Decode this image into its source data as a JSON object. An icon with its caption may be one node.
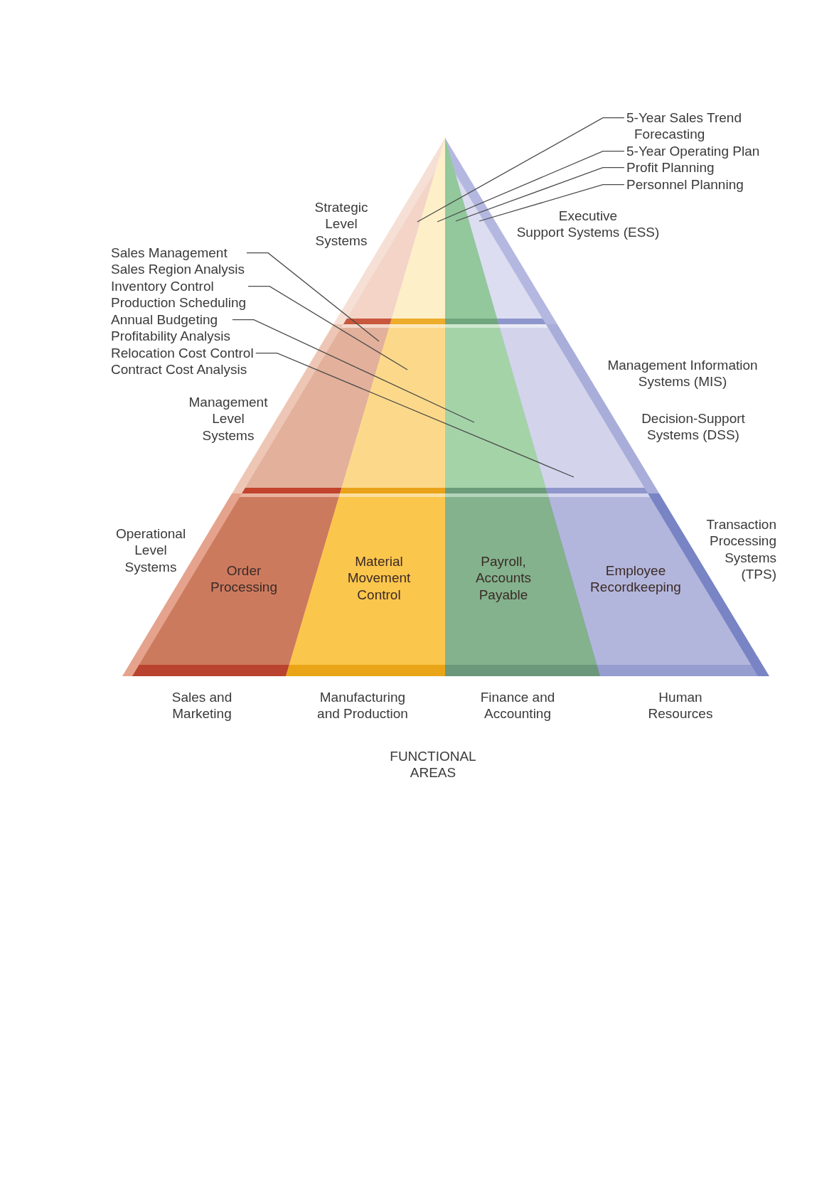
{
  "diagram": {
    "nodes": [
      {
        "text": [
          "5-Year Sales Trend Forecasting"
        ]
      },
      {
        "text": [
          "5-Year Operating Plan"
        ]
      },
      {
        "text": [
          "Profit Planning"
        ]
      },
      {
        "text": [
          "Personnel Planning"
        ]
      },
      {
        "text": [
          "Strategic Level Systems"
        ],
        "beside": [
          "Executive Support Systems (ESS)"
        ]
      },
      {
        "text": [],
        "shape": "triangle",
        "in": 4
      },
      {
        "text": [],
        "shape": "triangle",
        "in": 4
      },
      {
        "text": [],
        "shape": "triangle",
        "in": 4
      },
      {
        "text": [],
        "shape": "triangle",
        "in": 4
      },
      {
        "text": [
          "Sales Management",
          "Sales Region Analysis"
        ]
      },
      {
        "text": [
          "Inventory Control",
          "Production Scheduling"
        ]
      },
      {
        "text": [
          "Annual Budgeting",
          "Profitability Analysis"
        ]
      },
      {
        "text": [
          "Relocation Cost Control",
          "Contract Cost Analysis"
        ]
      },
      {
        "text": [
          "Management Level Systems"
        ],
        "beside": [
          "Management Information Systems (MIS)",
          "Decision-Support Systems (DSS)"
        ]
      },
      {
        "text": [],
        "shape": "trapezoid",
        "in": 13
      },
      {
        "text": [],
        "shape": "trapezoid",
        "in": 13
      },
      {
        "text": [],
        "shape": "trapezoid",
        "in": 13
      },
      {
        "text": [],
        "shape": "trapezoid",
        "in": 13
      },
      {
        "text": [
          "Operational Level Systems"
        ],
        "beside": [
          "Transaction Processing Systems (TPS)"
        ]
      },
      {
        "text": [
          "Order Processing"
        ],
        "in": 18
      },
      {
        "text": [
          "Material Movement Control"
        ],
        "in": 18
      },
      {
        "text": [
          "Payroll, Accounts Payable"
        ],
        "in": 18
      },
      {
        "text": [
          "Employee Recordkeeping"
        ],
        "in": 18
      }
    ],
    "edges": [
      {
        "from": 0,
        "to": 5,
        "arrow": "none"
      },
      {
        "from": 1,
        "to": 6,
        "arrow": "none"
      },
      {
        "from": 2,
        "to": 7,
        "arrow": "none"
      },
      {
        "from": 3,
        "to": 8,
        "arrow": "none"
      },
      {
        "from": 9,
        "to": 14,
        "arrow": "none"
      },
      {
        "from": 10,
        "to": 15,
        "arrow": "none"
      },
      {
        "from": 11,
        "to": 16,
        "arrow": "none"
      },
      {
        "from": 12,
        "to": 17,
        "arrow": "none"
      }
    ],
    "labels": [
      "Sales and Marketing",
      "Manufacturing and Production",
      "Finance and Accounting",
      "Human Resources",
      "FUNCTIONAL AREAS"
    ]
  }
}
